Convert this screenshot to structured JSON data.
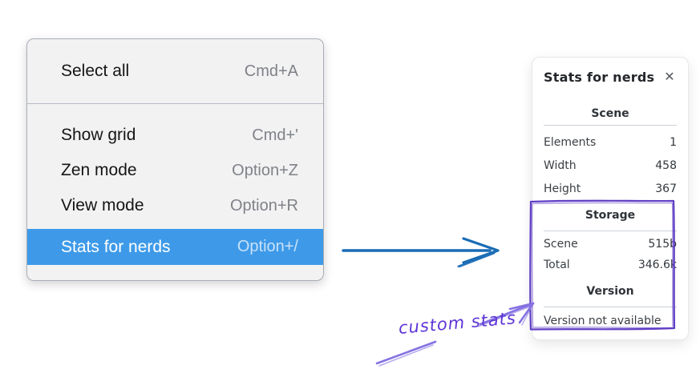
{
  "context_menu": {
    "items": [
      {
        "label": "Select all",
        "shortcut": "Cmd+A",
        "highlighted": false
      },
      {
        "label": "Show grid",
        "shortcut": "Cmd+'",
        "highlighted": false
      },
      {
        "label": "Zen mode",
        "shortcut": "Option+Z",
        "highlighted": false
      },
      {
        "label": "View mode",
        "shortcut": "Option+R",
        "highlighted": false
      },
      {
        "label": "Stats for nerds",
        "shortcut": "Option+/",
        "highlighted": true
      }
    ]
  },
  "stats_panel": {
    "title": "Stats for nerds",
    "close_icon": "✕",
    "scene_section": {
      "heading": "Scene",
      "rows": [
        {
          "label": "Elements",
          "value": "1"
        },
        {
          "label": "Width",
          "value": "458"
        },
        {
          "label": "Height",
          "value": "367"
        }
      ]
    },
    "storage_section": {
      "heading": "Storage",
      "rows": [
        {
          "label": "Scene",
          "value": "515b"
        },
        {
          "label": "Total",
          "value": "346.6k"
        }
      ]
    },
    "version_section": {
      "heading": "Version",
      "note": "Version not available"
    }
  },
  "annotation": {
    "label": "custom stats"
  },
  "colors": {
    "menu_highlight": "#3e9ae9",
    "blue_arrow": "#1a6cb5",
    "annotation_box": "#5f3dc4",
    "annotation_arrow": "#8672e2",
    "annotation_text": "#5e35d6"
  }
}
